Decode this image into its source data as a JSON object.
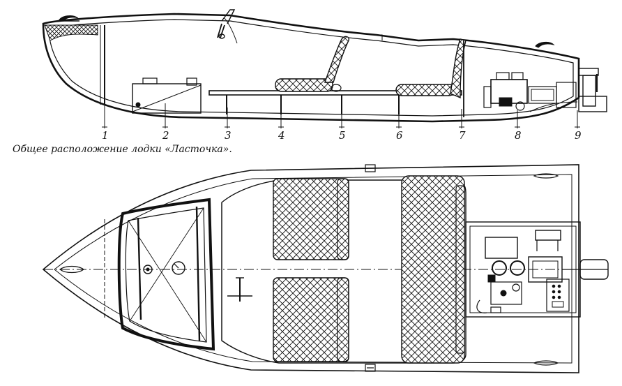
{
  "caption": "Общее расположение лодки «Ласточка».",
  "stations": [
    {
      "label": "1"
    },
    {
      "label": "2"
    },
    {
      "label": "3"
    },
    {
      "label": "4"
    },
    {
      "label": "5"
    },
    {
      "label": "6"
    },
    {
      "label": "7"
    },
    {
      "label": "8"
    },
    {
      "label": "9"
    }
  ],
  "colors": {
    "ink": "#111111",
    "paper": "#ffffff"
  }
}
